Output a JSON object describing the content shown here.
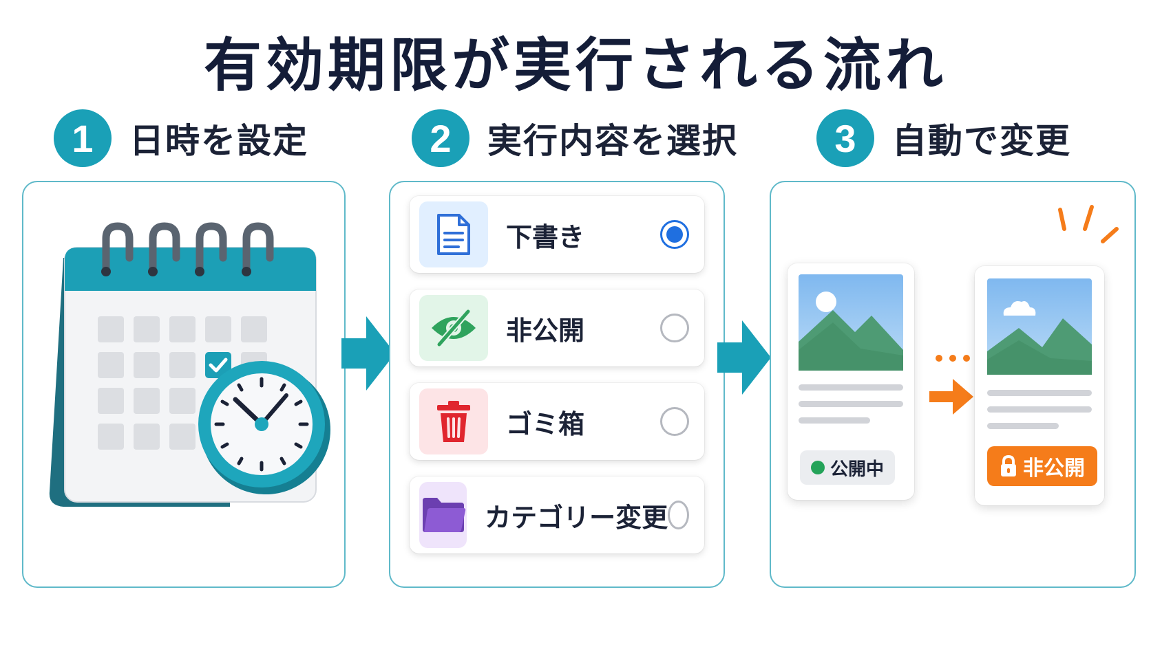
{
  "title": "有効期限が実行される流れ",
  "steps": [
    {
      "number": "1",
      "label": "日時を設定"
    },
    {
      "number": "2",
      "label": "実行内容を選択"
    },
    {
      "number": "3",
      "label": "自動で変更"
    }
  ],
  "options": [
    {
      "label": "下書き",
      "icon": "document-icon",
      "selected": true
    },
    {
      "label": "非公開",
      "icon": "eye-slash-icon",
      "selected": false
    },
    {
      "label": "ゴミ箱",
      "icon": "trash-icon",
      "selected": false
    },
    {
      "label": "カテゴリー変更",
      "icon": "folder-icon",
      "selected": false
    }
  ],
  "before_card": {
    "status": "公開中"
  },
  "after_card": {
    "status": "非公開"
  },
  "colors": {
    "accent": "#1aa0b7",
    "radio_selected": "#1f6fe0",
    "published": "#24a359",
    "private": "#f57c1a"
  }
}
